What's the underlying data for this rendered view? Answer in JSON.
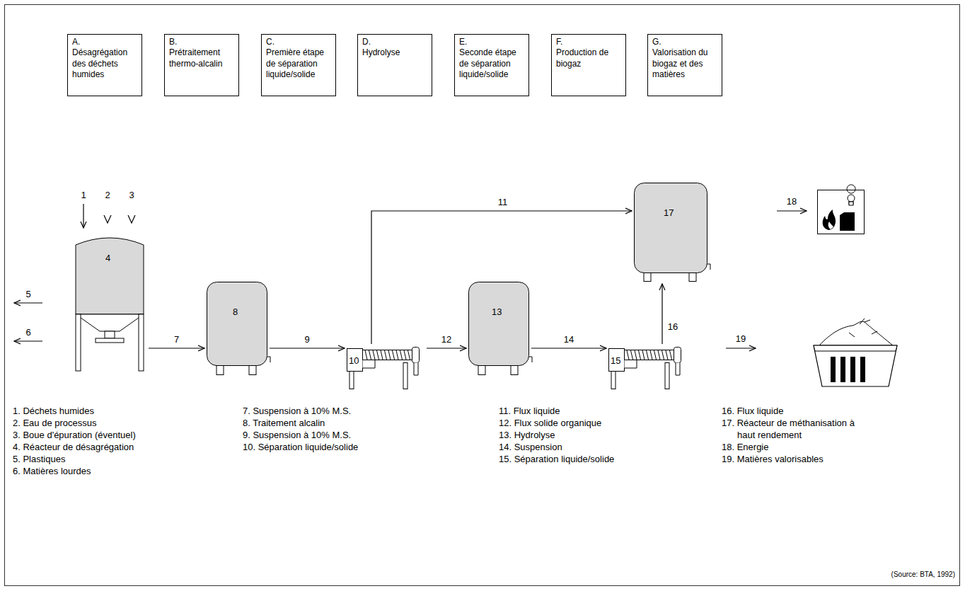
{
  "diagram": {
    "caption": "(Source: BTA, 1992)",
    "nodes": [
      {
        "text": [
          "A.",
          "Désagrégation des déchets humides"
        ]
      },
      {
        "text": [
          "B.",
          "Prétraitement thermo-alcalin"
        ]
      },
      {
        "text": [
          "C.",
          "Première étape de séparation liquide/solide"
        ]
      },
      {
        "text": [
          "D.",
          "Hydrolyse"
        ]
      },
      {
        "text": [
          "E.",
          "Seconde étape de séparation liquide/solide"
        ]
      },
      {
        "text": [
          "F.",
          "Production de biogaz"
        ]
      },
      {
        "text": [
          "G.",
          "Valorisation du biogaz et des matières"
        ]
      },
      {
        "text": [
          "4"
        ]
      },
      {
        "text": [
          "8"
        ]
      },
      {
        "text": [
          "10"
        ]
      },
      {
        "text": [
          "13"
        ]
      },
      {
        "text": [
          "15"
        ]
      },
      {
        "text": [
          "17"
        ]
      }
    ],
    "edges": [
      {
        "from": 7,
        "to": 8,
        "arrow": "to",
        "label": "7"
      },
      {
        "from": 8,
        "to": 9,
        "arrow": "to",
        "label": "9"
      },
      {
        "from": 9,
        "to": 12,
        "arrow": "to",
        "label": "11"
      },
      {
        "from": 9,
        "to": 10,
        "arrow": "to",
        "label": "12"
      },
      {
        "from": 10,
        "to": 11,
        "arrow": "to",
        "label": "14"
      },
      {
        "from": 11,
        "to": 12,
        "arrow": "to",
        "label": "16"
      }
    ],
    "labels": [
      "1",
      "2",
      "3",
      "5",
      "6",
      "18",
      "19",
      "1. Déchets humides",
      "2. Eau de processus",
      "3. Boue d'épuration (éventuel)",
      "4. Réacteur de désagrégation",
      "5. Plastiques",
      "6. Matières lourdes",
      "7. Suspension à 10% M.S.",
      "8. Traitement alcalin",
      "9. Suspension à 10% M.S.",
      "10. Séparation liquide/solide",
      "11. Flux liquide",
      "12. Flux solide organique",
      "13. Hydrolyse",
      "14. Suspension",
      "15. Séparation liquide/solide",
      "16. Flux liquide",
      "17. Réacteur de méthanisation à haut rendement",
      "18. Energie",
      "19. Matières valorisables"
    ]
  }
}
